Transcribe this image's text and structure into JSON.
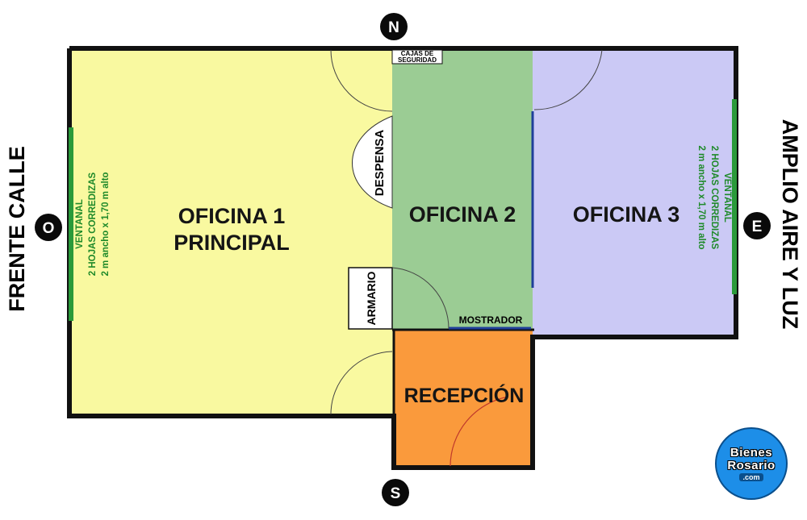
{
  "rooms": {
    "oficina1_line1": "OFICINA 1",
    "oficina1_line2": "PRINCIPAL",
    "oficina2": "OFICINA 2",
    "oficina3": "OFICINA 3",
    "recepcion": "RECEPCIÓN"
  },
  "labels": {
    "cajas_line1": "CAJAS DE",
    "cajas_line2": "SEGURIDAD",
    "despensa": "DESPENSA",
    "armario": "ARMARIO",
    "mostrador": "MOSTRADOR"
  },
  "ventanal_west": {
    "line1": "VENTANAL",
    "line2": "2 HOJAS CORREDIZAS",
    "line3": "2 m ancho x 1,70 m alto"
  },
  "ventanal_east": {
    "line1": "VENTANAL",
    "line2": "2 HOJAS CORREDIZAS",
    "line3": "2 m ancho x 1,70 m alto"
  },
  "sides": {
    "west": "FRENTE CALLE",
    "east": "AMPLIO AIRE Y LUZ"
  },
  "compass": {
    "north": "N",
    "south": "S",
    "east": "E",
    "west": "O"
  },
  "logo": {
    "line1": "Bienes",
    "line2": "Rosario",
    "line3": ".com"
  },
  "colors": {
    "oficina1": "#f9f9a0",
    "oficina2": "#9bcc94",
    "oficina3": "#cbc9f5",
    "recepcion": "#fa9a3c",
    "wall": "#111111",
    "window": "#2a9a3a",
    "partition": "#1f3f9a",
    "logo": "#1d8ee8"
  }
}
